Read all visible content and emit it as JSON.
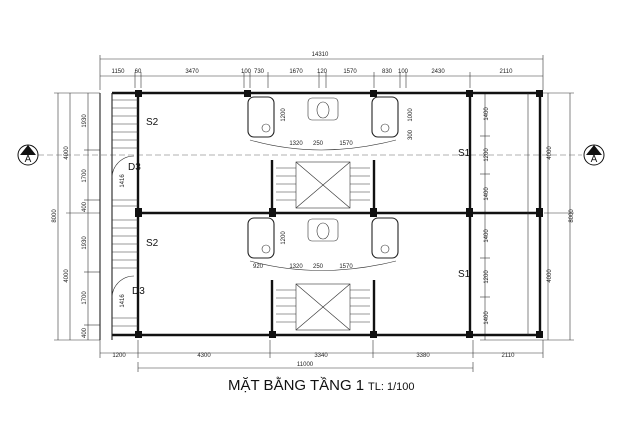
{
  "drawing": {
    "title": "MẶT BẰNG TẦNG 1",
    "scale": "TL: 1/100",
    "section_mark": "A",
    "room_labels": {
      "s2_top": "S2",
      "d3_top": "D3",
      "s2_bottom": "S2",
      "d3_bottom": "D3",
      "s1_top": "S1",
      "s1_bottom": "S1"
    },
    "dims_top": {
      "overall": "14310",
      "segments": [
        "1150",
        "60",
        "3470",
        "100",
        "730",
        "1670",
        "120",
        "1570",
        "830",
        "100",
        "2430",
        "2110"
      ]
    },
    "dims_bottom": {
      "segments": [
        "1200",
        "4300",
        "3340",
        "3380",
        "2110"
      ],
      "overall": "11000"
    },
    "dims_left": {
      "outer": [
        "8000"
      ],
      "middle": [
        "4000",
        "4000"
      ],
      "inner": [
        "1930",
        "1700",
        "400",
        "1930",
        "1700",
        "400"
      ]
    },
    "dims_right": {
      "outer": [
        "8000"
      ],
      "middle": [
        "4000",
        "4000"
      ],
      "inner": [
        "1400",
        "1200",
        "1400",
        "1400",
        "1200",
        "1400"
      ]
    },
    "dims_interior": {
      "upper_wc": [
        "1320",
        "250",
        "1570"
      ],
      "lower_wc": [
        "920",
        "1320",
        "250",
        "1570"
      ],
      "misc": [
        "1200",
        "1000",
        "300",
        "1200",
        "1416",
        "1416"
      ]
    }
  }
}
